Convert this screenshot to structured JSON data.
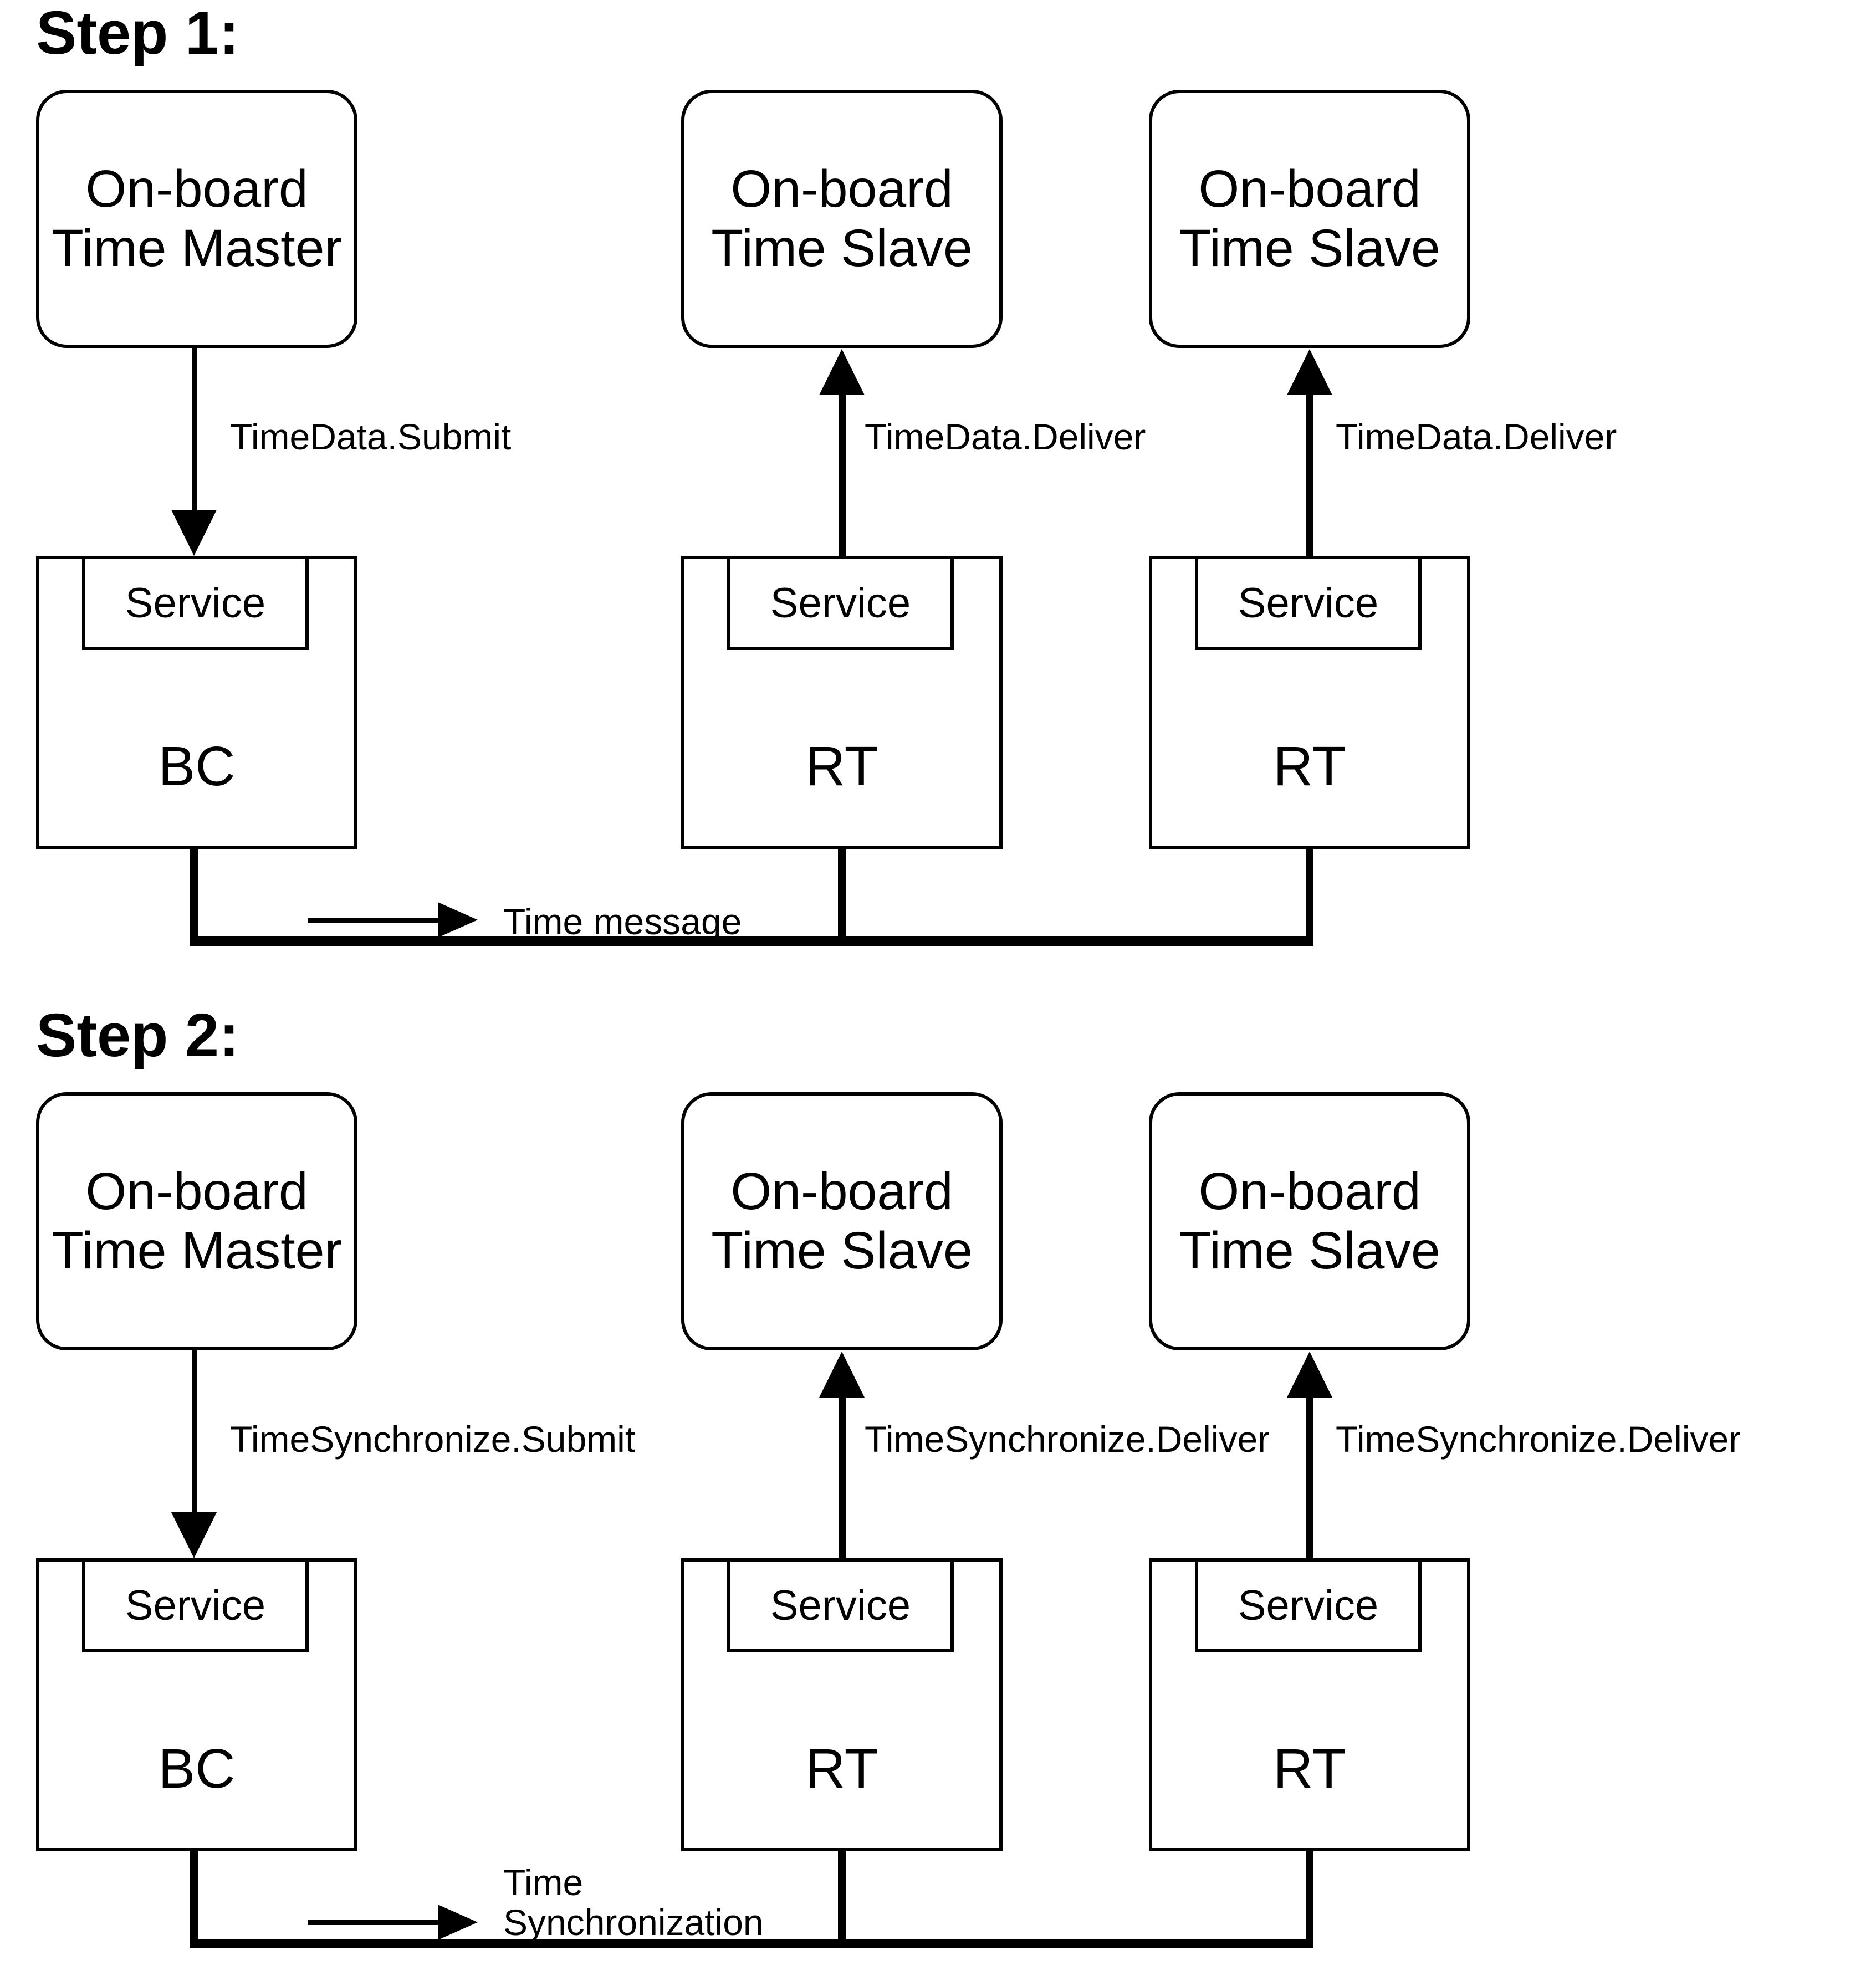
{
  "colors": {
    "ink": "#000000",
    "background": "#ffffff"
  },
  "step1": {
    "heading": "Step 1:",
    "master": {
      "line1": "On-board",
      "line2": "Time Master"
    },
    "slave1": {
      "line1": "On-board",
      "line2": "Time Slave"
    },
    "slave2": {
      "line1": "On-board",
      "line2": "Time Slave"
    },
    "submit_label": "TimeData.Submit",
    "deliver1_label": "TimeData.Deliver",
    "deliver2_label": "TimeData.Deliver",
    "bc": {
      "service": "Service",
      "name": "BC"
    },
    "rt1": {
      "service": "Service",
      "name": "RT"
    },
    "rt2": {
      "service": "Service",
      "name": "RT"
    },
    "legend": "Time message"
  },
  "step2": {
    "heading": "Step 2:",
    "master": {
      "line1": "On-board",
      "line2": "Time Master"
    },
    "slave1": {
      "line1": "On-board",
      "line2": "Time Slave"
    },
    "slave2": {
      "line1": "On-board",
      "line2": "Time Slave"
    },
    "submit_label": "TimeSynchronize.Submit",
    "deliver1_label": "TimeSynchronize.Deliver",
    "deliver2_label": "TimeSynchronize.Deliver",
    "bc": {
      "service": "Service",
      "name": "BC"
    },
    "rt1": {
      "service": "Service",
      "name": "RT"
    },
    "rt2": {
      "service": "Service",
      "name": "RT"
    },
    "legend_line1": "Time",
    "legend_line2": "Synchronization"
  }
}
